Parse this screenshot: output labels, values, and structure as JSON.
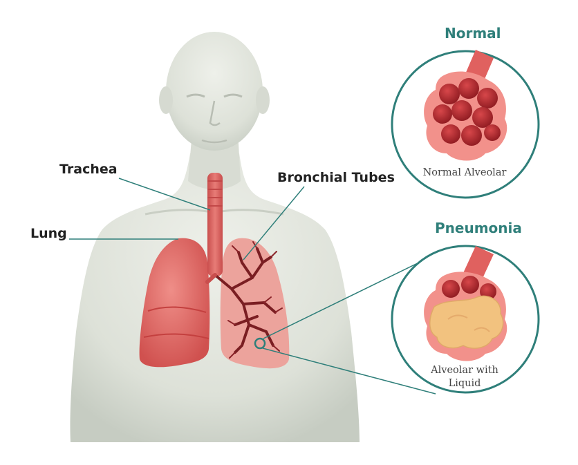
{
  "labels": {
    "trachea": "Trachea",
    "lung": "Lung",
    "bronchial_tubes": "Bronchial Tubes"
  },
  "normal": {
    "heading": "Normal",
    "caption": "Normal Alveolar"
  },
  "pneumonia": {
    "heading": "Pneumonia",
    "caption_line1": "Alveolar with",
    "caption_line2": "Liquid"
  },
  "colors": {
    "accent": "#2f7f7a",
    "lung": "#e06a67",
    "alveoli": "#b8252b",
    "liquid": "#f2c27f",
    "skin": "#dfe3da"
  },
  "icons": {
    "normal_alveolus": "alveolus-icon",
    "pneumonia_alveolus": "fluid-alveolus-icon"
  }
}
